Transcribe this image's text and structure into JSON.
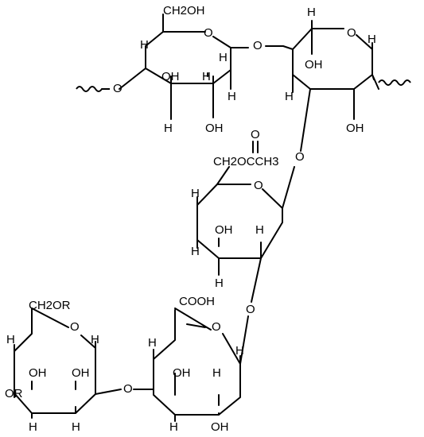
{
  "labels": {
    "u1_ch2oh": "CH2OH",
    "u1_ring_o": "O",
    "u1_h_c4": "H",
    "u1_h_c1": "H",
    "u1_oh_c3": "OH",
    "u1_h_c2": "H",
    "u1_o_link": "O",
    "u1_h_c3": "H",
    "u1_oh_c2": "OH",
    "u1_h_c1b": "H",
    "link_o_1_2": "O",
    "u2_h_c5": "H",
    "u2_ring_o": "O",
    "u2_oh_c5": "OH",
    "u2_h_c1": "H",
    "u2_h_c4": "H",
    "u2_oh_c2": "OH",
    "u2_o_c3": "O",
    "acetyl_c": "C",
    "acetyl_o": "O",
    "u3_ch2oaccr": "CH2OCCH3",
    "u3_ring_o": "O",
    "u3_h_c4": "H",
    "u3_oh_c3": "OH",
    "u3_h_c2": "H",
    "u3_h_c3": "H",
    "u3_h_c2b": "H",
    "u3_o_c2": "O",
    "u4_cooh": "COOH",
    "u4_ring_o": "O",
    "u4_h_c4": "H",
    "u4_h_c1": "H",
    "u4_oh_c3": "OH",
    "u4_h_c2": "H",
    "u4_h_c3": "H",
    "u4_oh_c2": "OH",
    "link_o_4_5": "O",
    "u5_ch2or": "CH2OR",
    "u5_ring_o": "O",
    "u5_h_c5": "H",
    "u5_h_c1": "H",
    "u5_oh_c3": "OH",
    "u5_oh_c2": "OH",
    "u5_or_c4": "OR",
    "u5_h_c4": "H",
    "u5_h_c2": "H"
  }
}
